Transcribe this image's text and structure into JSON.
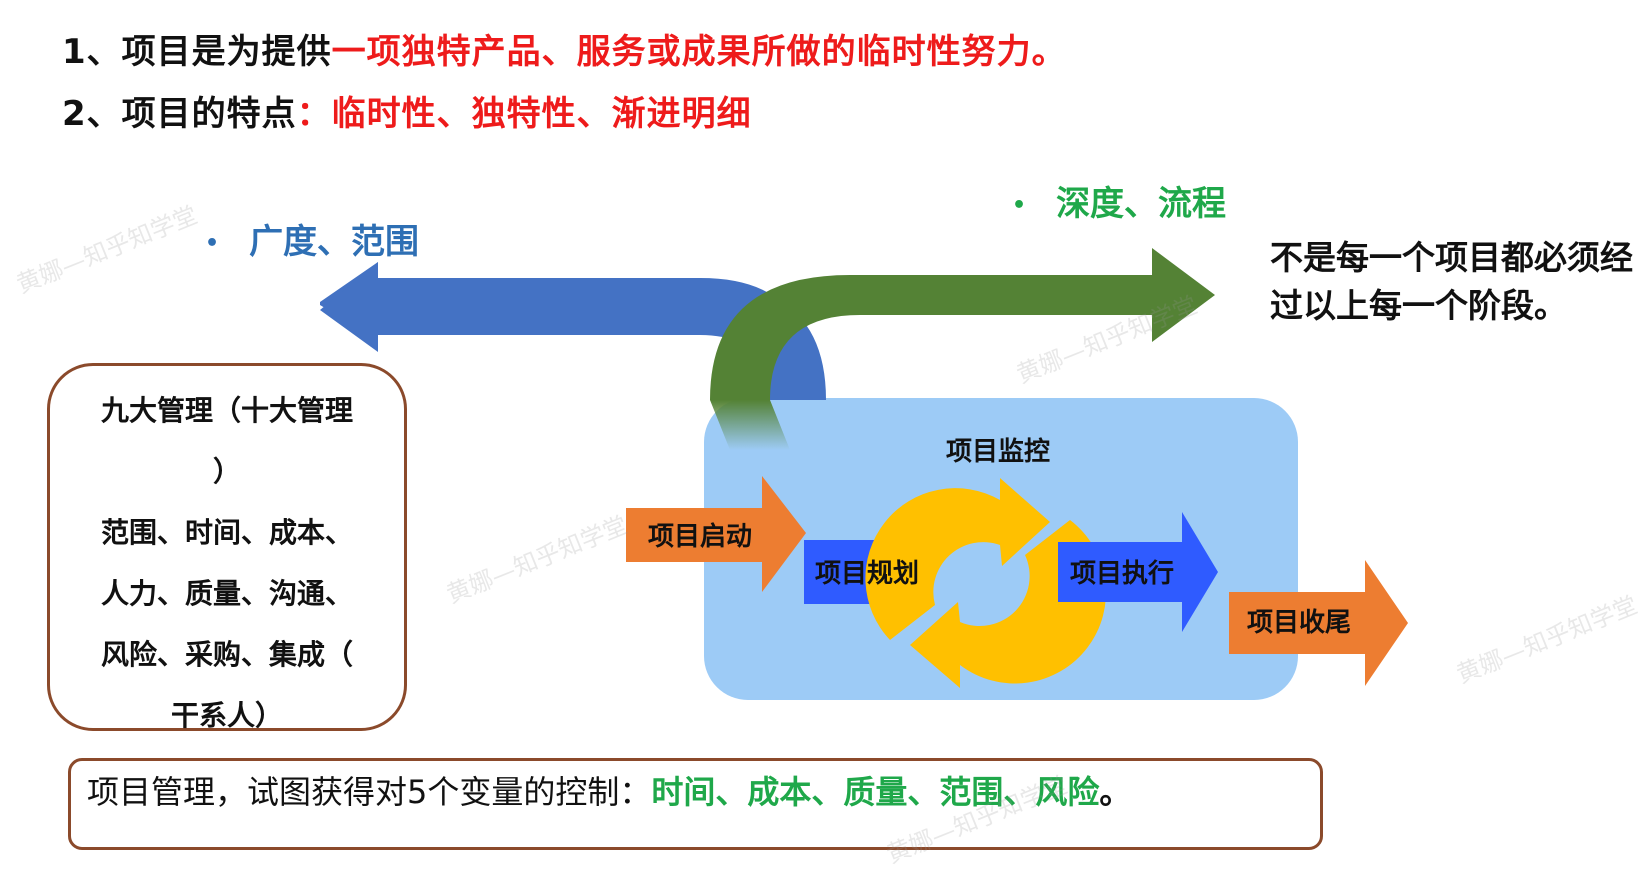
{
  "header": {
    "line1_prefix": "1、项目是为提供",
    "line1_highlight": "一项独特产品、服务或成果所做的临时性努力。",
    "line2_prefix": "2、项目的特点",
    "line2_colon": "：",
    "line2_highlight": "临时性、独特性、渐进明细"
  },
  "arrows": {
    "left_bullet": "•",
    "left_label": "广度、范围",
    "right_bullet": "•",
    "right_label": "深度、流程"
  },
  "note": "不是每一个项目都必须经过以上每一个阶段。",
  "management_box": {
    "line1": "九大管理（十大管理",
    "line2": "）",
    "line3": "范围、时间、成本、",
    "line4": "人力、质量、沟通、",
    "line5": "风险、采购、集成（",
    "line6": "干系人）"
  },
  "process": {
    "start": "项目启动",
    "plan": "项目规划",
    "monitor": "项目监控",
    "execute": "项目执行",
    "close": "项目收尾"
  },
  "bottom": {
    "prefix": "项目管理，试图获得对5个变量的控制：",
    "highlight": "时间、成本、质量、范围、风险",
    "suffix": "。"
  },
  "watermark": "黄娜—知乎知学堂",
  "colors": {
    "red": "#ee1b1b",
    "green_text": "#1fa84a",
    "blue_text": "#2e6fb4",
    "blue_arrow": "#4472c4",
    "green_arrow": "#548235",
    "orange": "#ed7d31",
    "yellow": "#ffc000",
    "process_bg": "#9dcbf6",
    "box_border": "#8b4a2b"
  }
}
